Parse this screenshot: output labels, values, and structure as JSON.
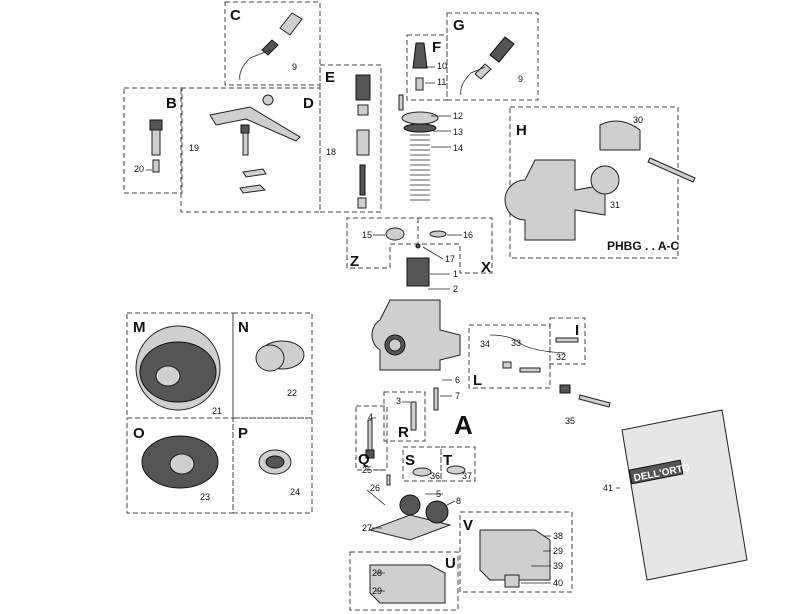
{
  "diagram": {
    "model_label": "PHBG . . A-C",
    "main_letter": "A",
    "groups": [
      "C",
      "G",
      "F",
      "B",
      "D",
      "E",
      "H",
      "Z",
      "X",
      "M",
      "N",
      "O",
      "P",
      "L",
      "I",
      "Q",
      "R",
      "S",
      "T",
      "V",
      "U"
    ],
    "parts": [
      "1",
      "2",
      "3",
      "4",
      "5",
      "6",
      "7",
      "8",
      "9",
      "10",
      "11",
      "12",
      "13",
      "14",
      "15",
      "16",
      "17",
      "18",
      "19",
      "20",
      "21",
      "22",
      "23",
      "24",
      "25",
      "26",
      "27",
      "28",
      "29",
      "30",
      "31",
      "32",
      "33",
      "34",
      "35",
      "36",
      "37",
      "38",
      "39",
      "40",
      "41"
    ],
    "bag_logo": "DELL'ORTO",
    "colors": {
      "line": "#222222",
      "fill": "#cfcfcf",
      "background": "#ffffff"
    }
  }
}
